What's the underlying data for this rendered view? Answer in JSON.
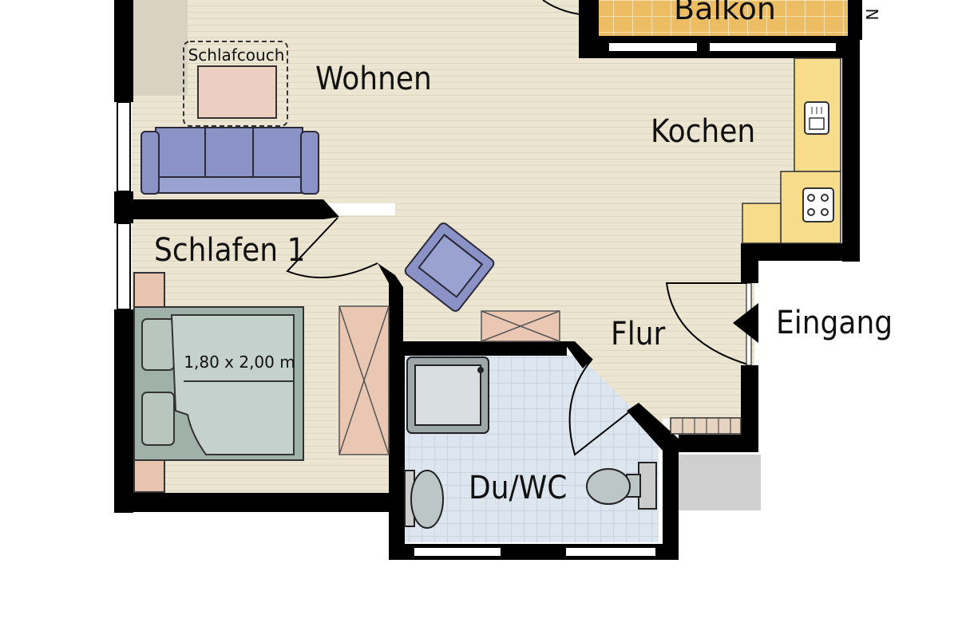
{
  "rooms": {
    "balcony": "Balkon",
    "living": "Wohnen",
    "kitchen": "Kochen",
    "bedroom": "Schlafen 1",
    "hall": "Flur",
    "bathroom": "Du/WC"
  },
  "entrance": "Eingang",
  "furniture": {
    "sofa_bed": "Schlafcouch",
    "bed_size": "1,80 x 2,00 m"
  },
  "compass_letter": "N",
  "colors": {
    "floor": "#ece5d2",
    "wall": "#000000",
    "sofa": "#8b93c6",
    "kitchen": "#f7dc8c",
    "balcony": "#e9b65a",
    "bath_tile": "#dde6ef",
    "wardrobe": "#e9c7b2",
    "bed": "#9fb1a8"
  }
}
